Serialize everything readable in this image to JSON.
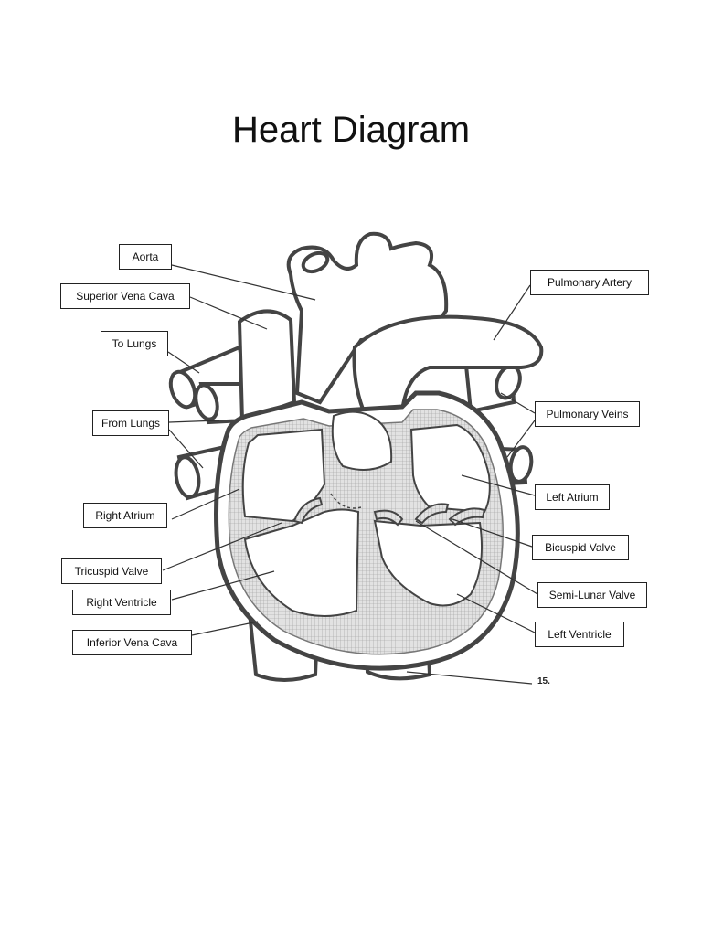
{
  "title": "Heart Diagram",
  "labels": {
    "aorta": "Aorta",
    "superior_vena_cava": "Superior Vena Cava",
    "to_lungs": "To Lungs",
    "from_lungs": "From Lungs",
    "right_atrium": "Right Atrium",
    "tricuspid_valve": "Tricuspid Valve",
    "right_ventricle": "Right Ventricle",
    "inferior_vena_cava": "Inferior Vena Cava",
    "pulmonary_artery": "Pulmonary Artery",
    "pulmonary_veins": "Pulmonary Veins",
    "left_atrium": "Left Atrium",
    "bicuspid_valve": "Bicuspid Valve",
    "semi_lunar_valve": "Semi-Lunar Valve",
    "left_ventricle": "Left Ventricle"
  },
  "page_mark": "15.",
  "colors": {
    "outline": "#444444",
    "muscle_fill": "#cfcfcf",
    "chamber_fill": "#ffffff"
  }
}
